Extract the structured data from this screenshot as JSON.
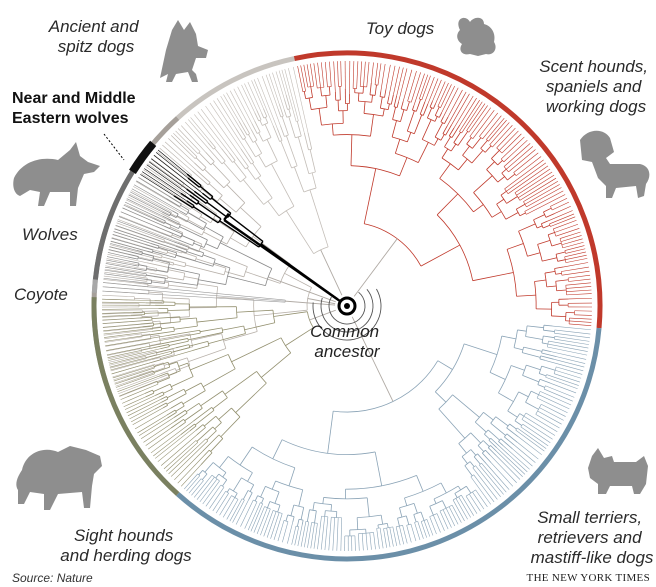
{
  "clades": [
    {
      "id": "ancient",
      "label_lines": [
        "Ancient and",
        "spitz dogs"
      ],
      "color": "#a6a09a",
      "start": -112,
      "end": -42,
      "icon": "spitz-dog-icon"
    },
    {
      "id": "toy",
      "label_lines": [
        "Toy dogs"
      ],
      "color": "#c8c4bf",
      "start": -42,
      "end": -12,
      "icon": "toy-dog-icon"
    },
    {
      "id": "scent",
      "label_lines": [
        "Scent hounds,",
        "spaniels and",
        "working dogs"
      ],
      "color": "#c0392b",
      "start": -12,
      "end": 95,
      "icon": "beagle-icon"
    },
    {
      "id": "terriers",
      "label_lines": [
        "Small terriers,",
        "retrievers and",
        "mastiff-like dogs"
      ],
      "color": "#6b8fa8",
      "start": 95,
      "end": 222,
      "icon": "scottie-icon"
    },
    {
      "id": "sight",
      "label_lines": [
        "Sight hounds",
        "and herding dogs"
      ],
      "color": "#7a8060",
      "start": 222,
      "end": 272,
      "icon": "collie-icon"
    },
    {
      "id": "coyote",
      "label_lines": [
        "Coyote"
      ],
      "color": "#a8a8a8",
      "start": 273,
      "end": 276,
      "icon": ""
    },
    {
      "id": "wolves",
      "label_lines": [
        "Wolves"
      ],
      "color": "#6e6e6e",
      "start": 276,
      "end": 302,
      "icon": "wolf-icon"
    },
    {
      "id": "near_eastern",
      "label_lines": [
        "Near and Middle",
        "Eastern wolves"
      ],
      "color": "#111111",
      "start": 302,
      "end": 310,
      "icon": ""
    }
  ],
  "center_label_lines": [
    "Common",
    "ancestor"
  ],
  "source": "Source: Nature",
  "credit": "THE NEW YORK TIMES",
  "colors": {
    "background": "#ffffff",
    "highlight": "#000000",
    "scent_red": "#c0392b",
    "terrier_blue": "#6b8fa8"
  }
}
